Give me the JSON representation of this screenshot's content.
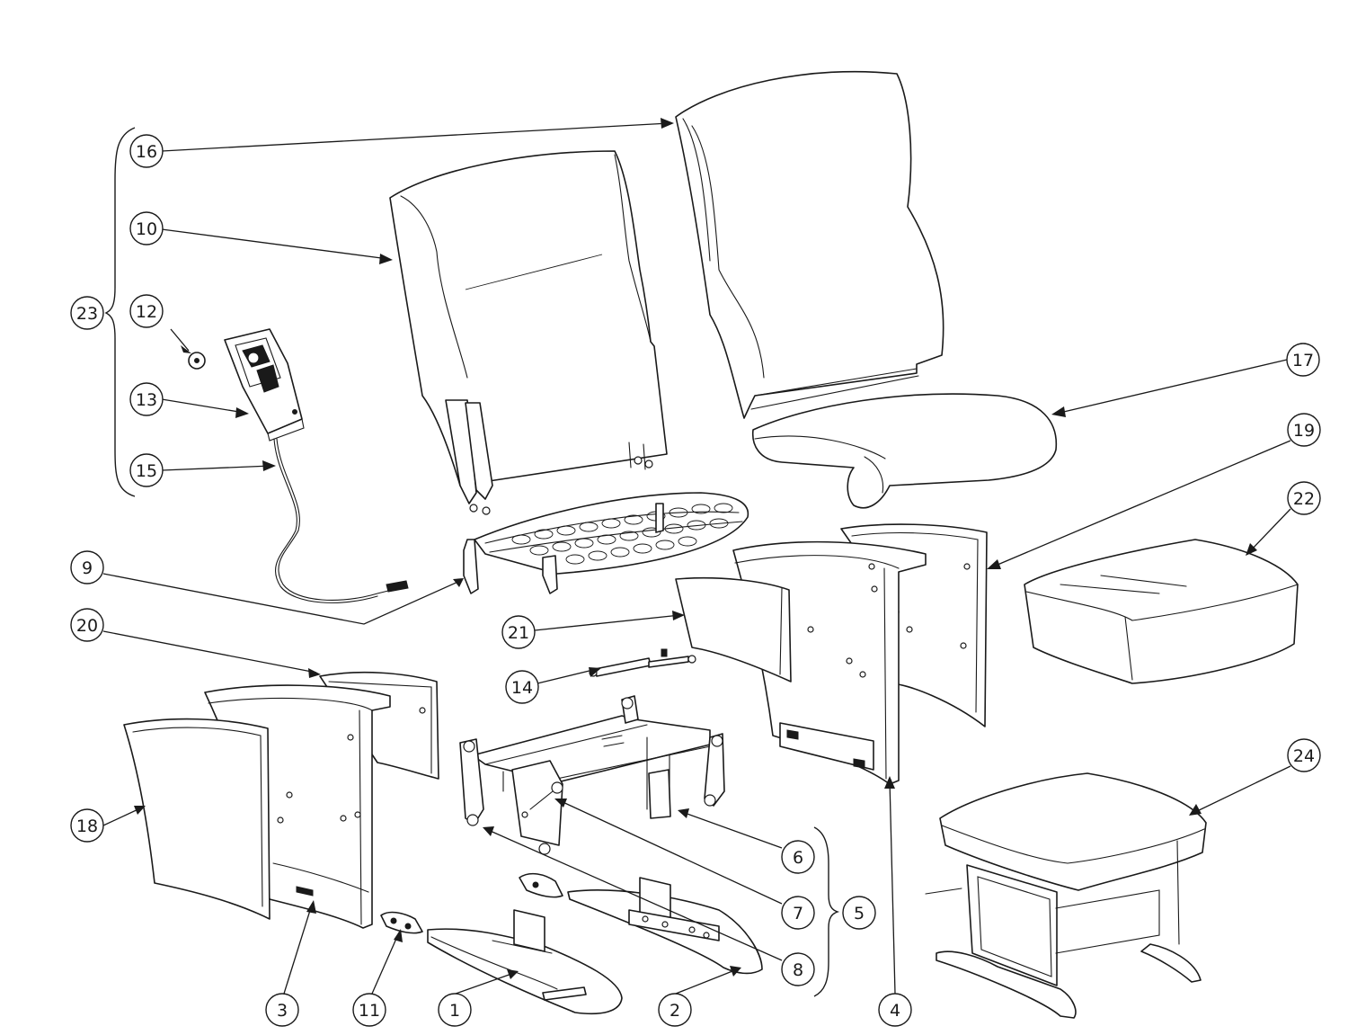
{
  "diagram": {
    "type": "exploded-parts-diagram",
    "callouts": [
      {
        "id": "c1",
        "label": "1"
      },
      {
        "id": "c2",
        "label": "2"
      },
      {
        "id": "c3",
        "label": "3"
      },
      {
        "id": "c4",
        "label": "4"
      },
      {
        "id": "c5",
        "label": "5"
      },
      {
        "id": "c6",
        "label": "6"
      },
      {
        "id": "c7",
        "label": "7"
      },
      {
        "id": "c8",
        "label": "8"
      },
      {
        "id": "c9",
        "label": "9"
      },
      {
        "id": "c10",
        "label": "10"
      },
      {
        "id": "c11",
        "label": "11"
      },
      {
        "id": "c12",
        "label": "12"
      },
      {
        "id": "c13",
        "label": "13"
      },
      {
        "id": "c14",
        "label": "14"
      },
      {
        "id": "c15",
        "label": "15"
      },
      {
        "id": "c16",
        "label": "16"
      },
      {
        "id": "c17",
        "label": "17"
      },
      {
        "id": "c18",
        "label": "18"
      },
      {
        "id": "c19",
        "label": "19"
      },
      {
        "id": "c20",
        "label": "20"
      },
      {
        "id": "c21",
        "label": "21"
      },
      {
        "id": "c22",
        "label": "22"
      },
      {
        "id": "c23",
        "label": "23"
      },
      {
        "id": "c24",
        "label": "24"
      }
    ],
    "colors": {
      "line": "#1a1a1a",
      "background": "#ffffff"
    }
  }
}
